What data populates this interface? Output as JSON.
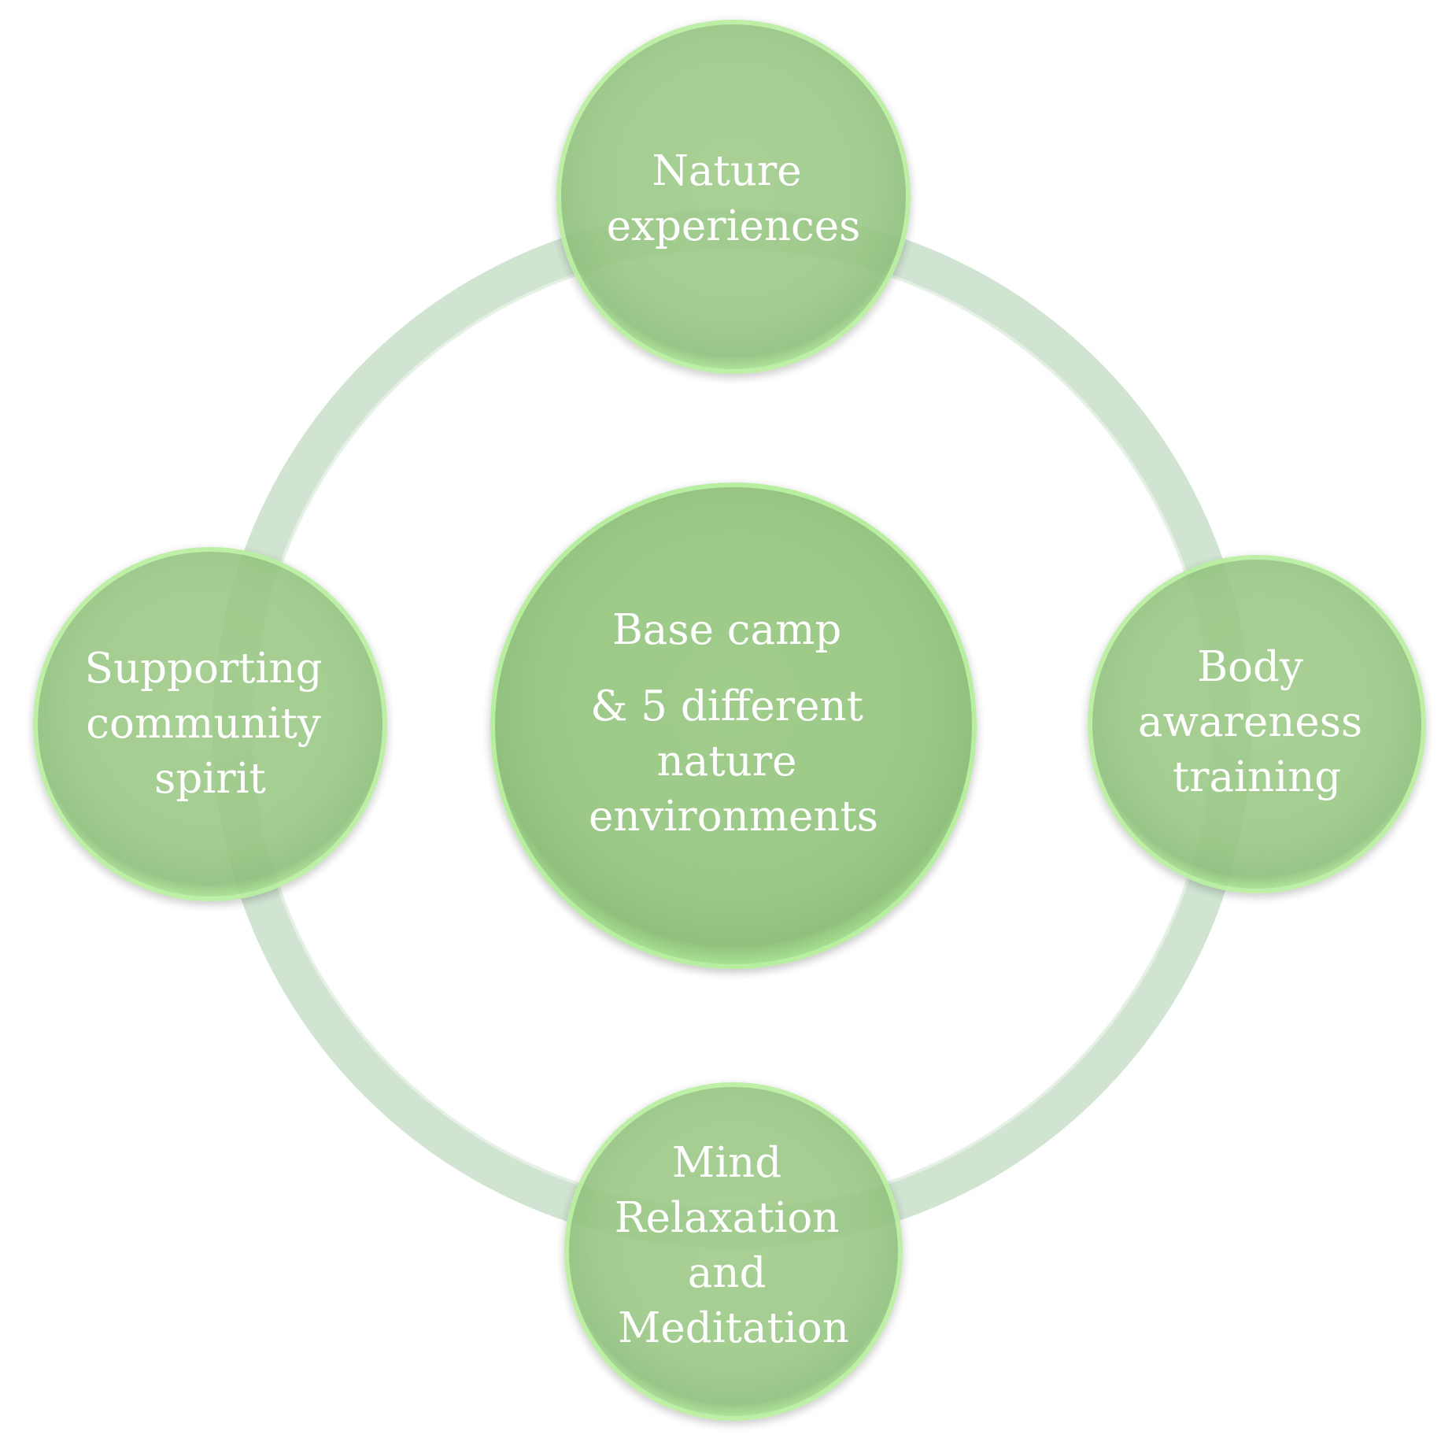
{
  "diagram": {
    "center": {
      "lines": [
        "Base camp",
        "& 5 different",
        "nature",
        "environments"
      ]
    },
    "nodes": [
      {
        "id": "nature",
        "lines": [
          "Nature",
          "experiences"
        ]
      },
      {
        "id": "body",
        "lines": [
          "Body",
          "awareness",
          "training"
        ]
      },
      {
        "id": "mind",
        "lines": [
          "Mind",
          "Relaxation",
          "and",
          "Meditation"
        ]
      },
      {
        "id": "community",
        "lines": [
          "Supporting",
          "community",
          "spirit"
        ]
      }
    ],
    "colors": {
      "circle_fill": "#9cc987",
      "circle_edge": "#b8f2a0",
      "ring": "#d2e5d3",
      "text": "#ffffff"
    }
  }
}
